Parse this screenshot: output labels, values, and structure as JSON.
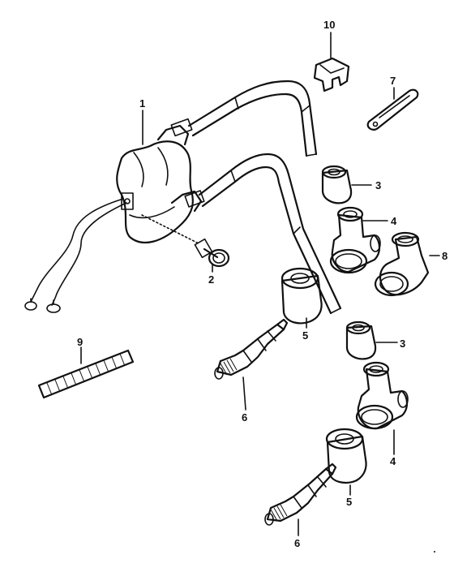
{
  "diagram": {
    "callouts": [
      {
        "id": "c1",
        "label": "1"
      },
      {
        "id": "c2",
        "label": "2"
      },
      {
        "id": "c3a",
        "label": "3"
      },
      {
        "id": "c3b",
        "label": "3"
      },
      {
        "id": "c4a",
        "label": "4"
      },
      {
        "id": "c4b",
        "label": "4"
      },
      {
        "id": "c5a",
        "label": "5"
      },
      {
        "id": "c5b",
        "label": "5"
      },
      {
        "id": "c6a",
        "label": "6"
      },
      {
        "id": "c6b",
        "label": "6"
      },
      {
        "id": "c7",
        "label": "7"
      },
      {
        "id": "c8",
        "label": "8"
      },
      {
        "id": "c9",
        "label": "9"
      },
      {
        "id": "c10",
        "label": "10"
      }
    ],
    "colors": {
      "ink": "#111111",
      "paper": "#ffffff"
    }
  }
}
